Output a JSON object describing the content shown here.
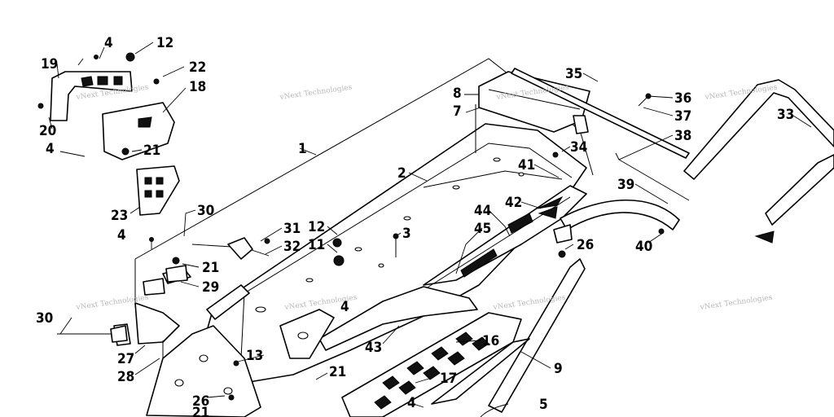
{
  "watermark": {
    "text": "vNext Technologies"
  },
  "callouts": [
    {
      "id": "c1",
      "label": "1"
    },
    {
      "id": "c2",
      "label": "2"
    },
    {
      "id": "c3",
      "label": "3"
    },
    {
      "id": "c4a",
      "label": "4"
    },
    {
      "id": "c4b",
      "label": "4"
    },
    {
      "id": "c4c",
      "label": "4"
    },
    {
      "id": "c4d",
      "label": "4"
    },
    {
      "id": "c4e",
      "label": "4"
    },
    {
      "id": "c5",
      "label": "5"
    },
    {
      "id": "c7",
      "label": "7"
    },
    {
      "id": "c8",
      "label": "8"
    },
    {
      "id": "c9",
      "label": "9"
    },
    {
      "id": "c11",
      "label": "11"
    },
    {
      "id": "c12a",
      "label": "12"
    },
    {
      "id": "c12b",
      "label": "12"
    },
    {
      "id": "c13",
      "label": "13"
    },
    {
      "id": "c16",
      "label": "16"
    },
    {
      "id": "c17",
      "label": "17"
    },
    {
      "id": "c18",
      "label": "18"
    },
    {
      "id": "c19",
      "label": "19"
    },
    {
      "id": "c20",
      "label": "20"
    },
    {
      "id": "c21a",
      "label": "21"
    },
    {
      "id": "c21b",
      "label": "21"
    },
    {
      "id": "c21c",
      "label": "21"
    },
    {
      "id": "c21d",
      "label": "21"
    },
    {
      "id": "c22",
      "label": "22"
    },
    {
      "id": "c23",
      "label": "23"
    },
    {
      "id": "c26a",
      "label": "26"
    },
    {
      "id": "c26b",
      "label": "26"
    },
    {
      "id": "c27",
      "label": "27"
    },
    {
      "id": "c28",
      "label": "28"
    },
    {
      "id": "c29",
      "label": "29"
    },
    {
      "id": "c30a",
      "label": "30"
    },
    {
      "id": "c30b",
      "label": "30"
    },
    {
      "id": "c31",
      "label": "31"
    },
    {
      "id": "c32",
      "label": "32"
    },
    {
      "id": "c33",
      "label": "33"
    },
    {
      "id": "c34",
      "label": "34"
    },
    {
      "id": "c35",
      "label": "35"
    },
    {
      "id": "c36",
      "label": "36"
    },
    {
      "id": "c37",
      "label": "37"
    },
    {
      "id": "c38",
      "label": "38"
    },
    {
      "id": "c39",
      "label": "39"
    },
    {
      "id": "c40",
      "label": "40"
    },
    {
      "id": "c41",
      "label": "41"
    },
    {
      "id": "c42",
      "label": "42"
    },
    {
      "id": "c43",
      "label": "43"
    },
    {
      "id": "c44",
      "label": "44"
    },
    {
      "id": "c45",
      "label": "45"
    }
  ]
}
